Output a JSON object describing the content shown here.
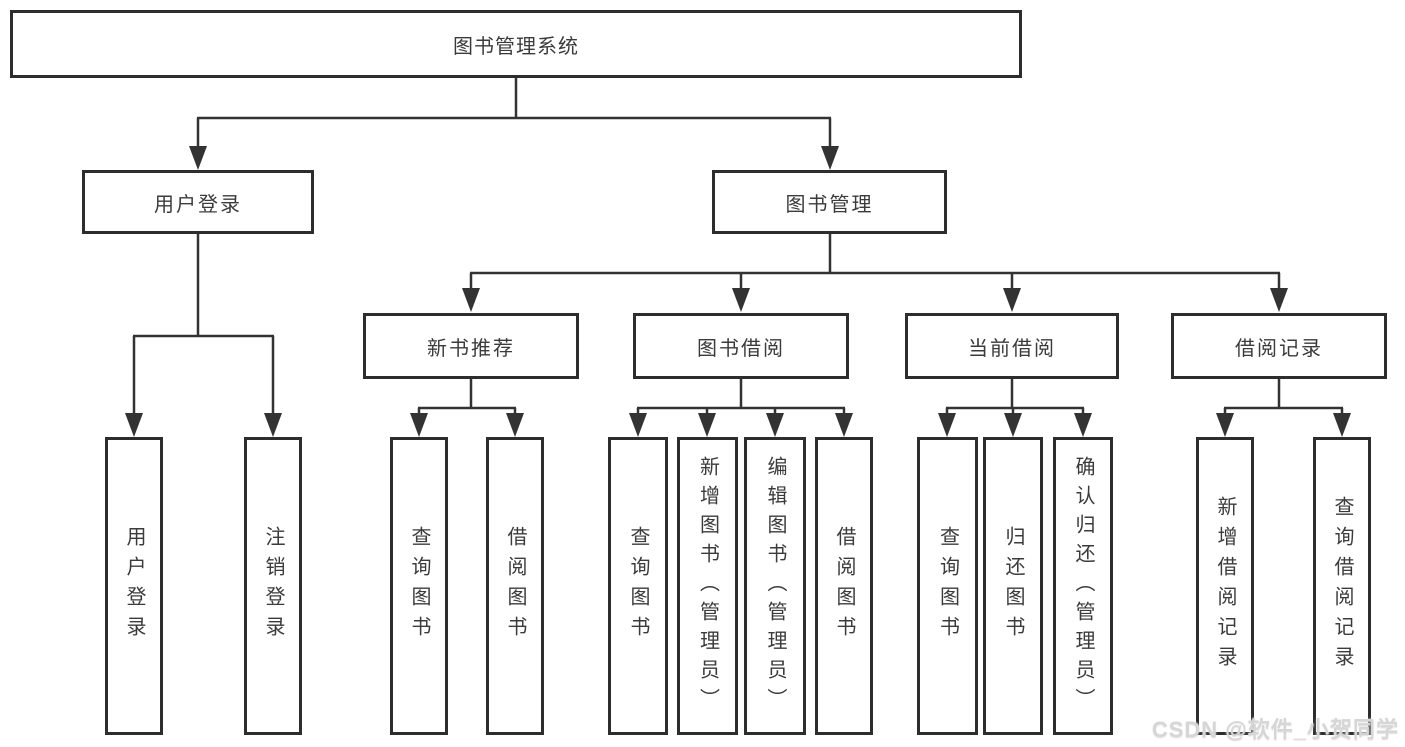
{
  "tree": {
    "label": "图书管理系统",
    "children": [
      {
        "label": "用户登录",
        "children": [
          {
            "label": "用户登录"
          },
          {
            "label": "注销登录"
          }
        ]
      },
      {
        "label": "图书管理",
        "children": [
          {
            "label": "新书推荐",
            "children": [
              {
                "label": "查询图书"
              },
              {
                "label": "借阅图书"
              }
            ]
          },
          {
            "label": "图书借阅",
            "children": [
              {
                "label": "查询图书"
              },
              {
                "label": "新增图书（管理员）"
              },
              {
                "label": "编辑图书（管理员）"
              },
              {
                "label": "借阅图书"
              }
            ]
          },
          {
            "label": "当前借阅",
            "children": [
              {
                "label": "查询图书"
              },
              {
                "label": "归还图书"
              },
              {
                "label": "确认归还（管理员）"
              }
            ]
          },
          {
            "label": "借阅记录",
            "children": [
              {
                "label": "新增借阅记录"
              },
              {
                "label": "查询借阅记录"
              }
            ]
          }
        ]
      }
    ]
  },
  "watermark": {
    "text": "CSDN @软件_小贺同学"
  },
  "colors": {
    "line": "#333333",
    "border": "#2d2d2d",
    "text": "#3b3b3b",
    "background": "#ffffff",
    "watermark": "#d6d6d6"
  }
}
